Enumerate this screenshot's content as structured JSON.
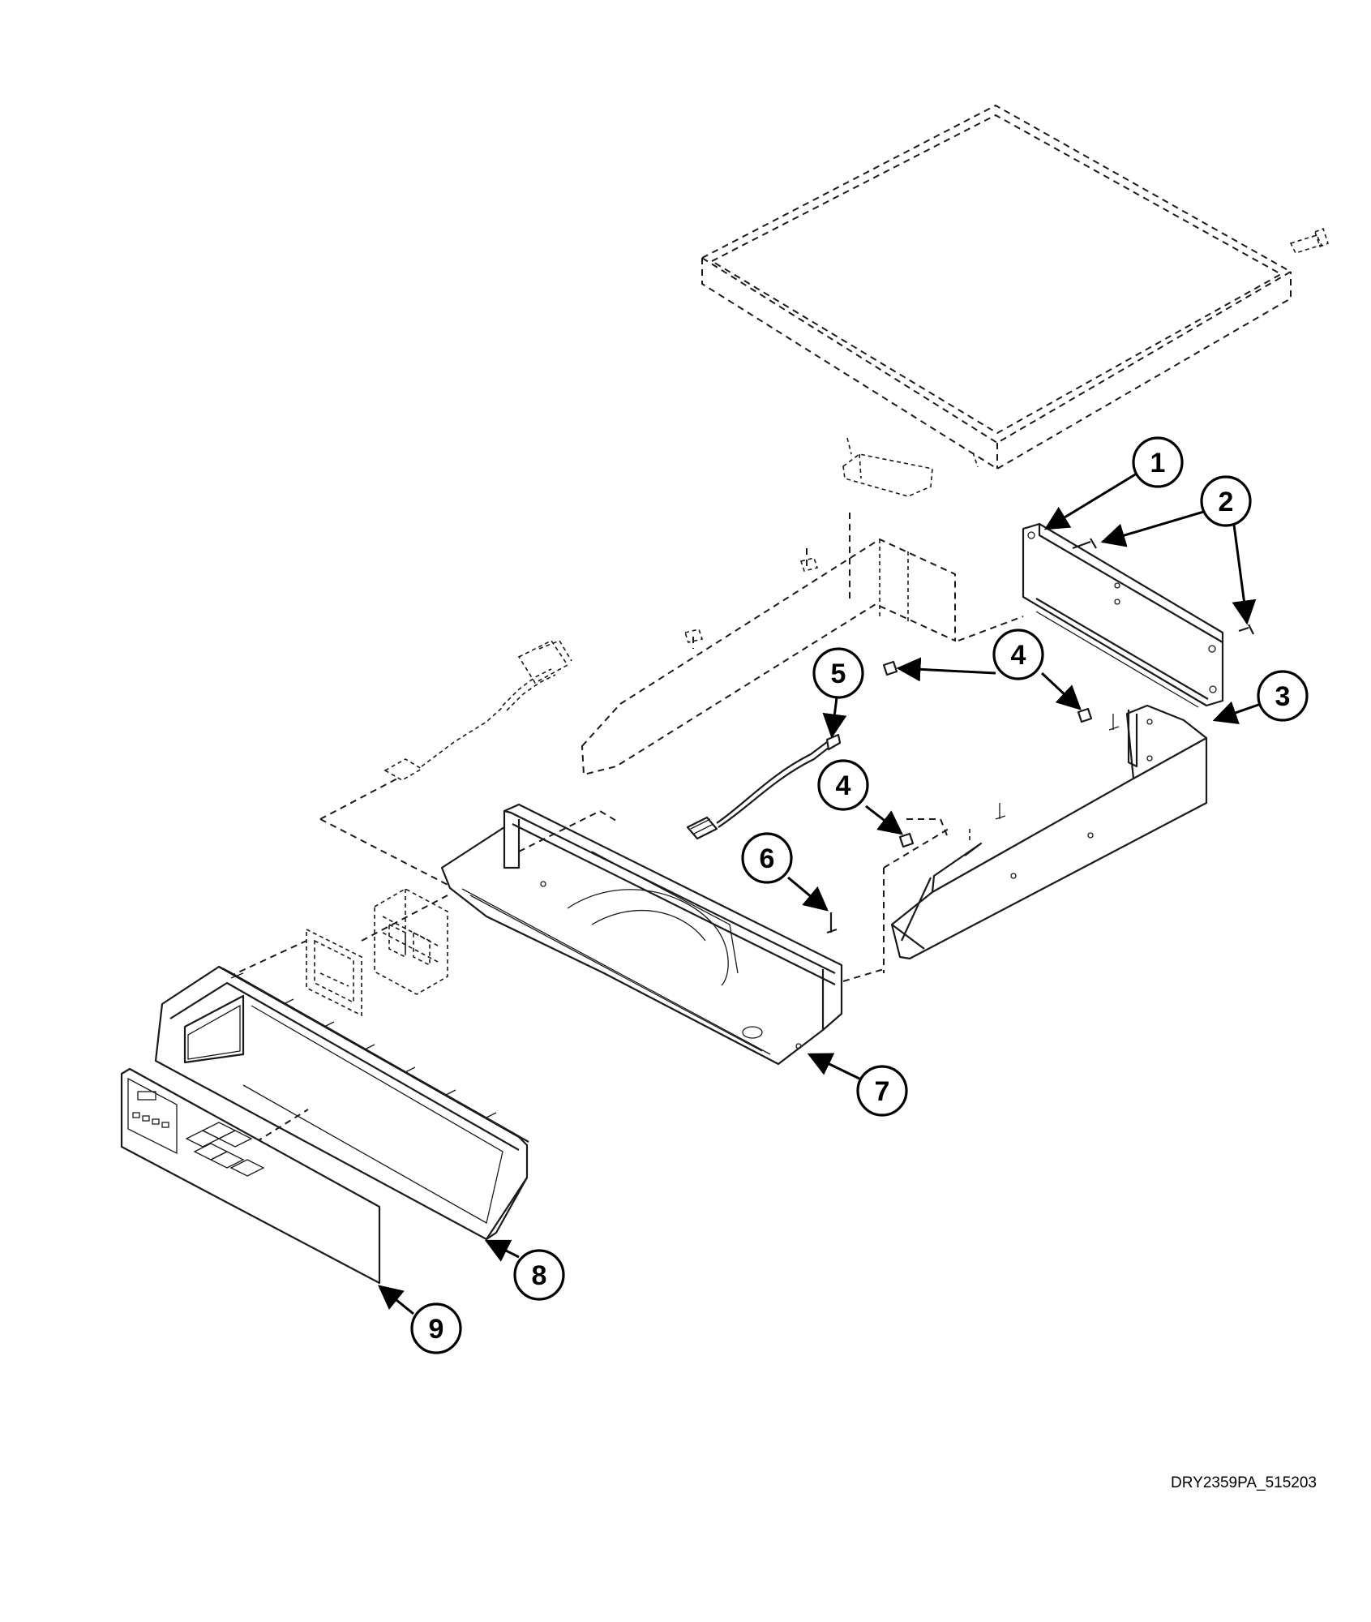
{
  "callouts": [
    "1",
    "2",
    "3",
    "4",
    "5",
    "6",
    "7",
    "8",
    "9"
  ],
  "drawing_code": "DRY2359PA_515203"
}
